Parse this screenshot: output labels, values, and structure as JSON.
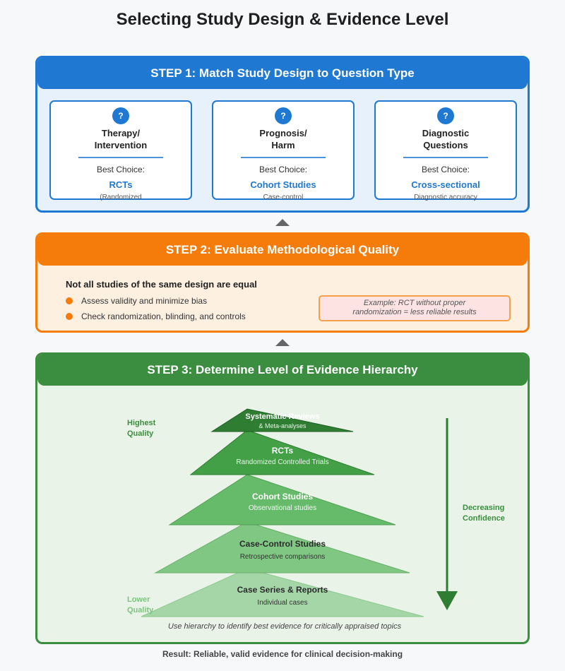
{
  "title": "Selecting Study Design & Evidence Level",
  "colors": {
    "step1": "#1f78d1",
    "step2": "#f57c0a",
    "step3": "#3b8e3f"
  },
  "step1": {
    "header": "STEP 1: Match Study Design to Question Type",
    "icon": "question-icon",
    "cards": [
      {
        "icon_glyph": "?",
        "title_line1": "Therapy/",
        "title_line2": "Intervention",
        "best_label": "Best Choice:",
        "best_value": "RCTs",
        "note": "(Randomized"
      },
      {
        "icon_glyph": "?",
        "title_line1": "Prognosis/",
        "title_line2": "Harm",
        "best_label": "Best Choice:",
        "best_value": "Cohort Studies",
        "note": "Case-control"
      },
      {
        "icon_glyph": "?",
        "title_line1": "Diagnostic",
        "title_line2": "Questions",
        "best_label": "Best Choice:",
        "best_value": "Cross-sectional",
        "note": "Diagnostic accuracy"
      }
    ]
  },
  "step2": {
    "header": "STEP 2: Evaluate Methodological Quality",
    "heading": "Not all studies of the same design are equal",
    "bullets": [
      "Assess validity and minimize bias",
      "Check randomization, blinding, and controls"
    ],
    "example_line1": "Example: RCT without proper",
    "example_line2": "randomization = less reliable results"
  },
  "step3": {
    "header": "STEP 3: Determine Level of Evidence Hierarchy",
    "highest_line1": "Highest",
    "highest_line2": "Quality",
    "lower_line1": "Lower",
    "lower_line2": "Quality",
    "decreasing_line1": "Decreasing",
    "decreasing_line2": "Confidence",
    "levels": [
      {
        "title": "Systematic Reviews",
        "subtitle": "& Meta-analyses",
        "color": "#2e7d32"
      },
      {
        "title": "RCTs",
        "subtitle": "Randomized Controlled Trials",
        "color": "#43a047"
      },
      {
        "title": "Cohort Studies",
        "subtitle": "Observational studies",
        "color": "#66bb6a"
      },
      {
        "title": "Case-Control Studies",
        "subtitle": "Retrospective comparisons",
        "color": "#81c784"
      },
      {
        "title": "Case Series & Reports",
        "subtitle": "Individual cases",
        "color": "#a5d6a7"
      }
    ],
    "footer": "Use hierarchy to identify best evidence for critically appraised topics"
  },
  "result": "Result: Reliable, valid evidence for clinical decision-making"
}
